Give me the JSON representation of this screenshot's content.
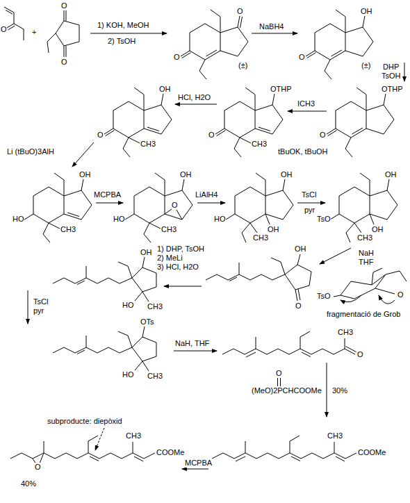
{
  "diagram": {
    "labels": [
      "O",
      "+",
      "O",
      "O",
      "1) KOH, MeOH",
      "2) TsOH",
      "O",
      "O",
      "(±)",
      "NaBH4",
      "OH",
      "O",
      "(±)",
      "DHP",
      "TsOH",
      "OTHP",
      "O",
      "ICH3",
      "tBuOK, tBuOH",
      "OTHP",
      "O",
      "CH3",
      "HCl, H2O",
      "OH",
      "O",
      "CH3",
      "Li (tBuO)3AlH",
      "OH",
      "HO",
      "CH3",
      "MCPBA",
      "OH",
      "HO",
      "O",
      "CH3",
      "LiAlH4",
      "OH",
      "HO",
      "OH",
      "CH3",
      "TsCl",
      "pyr",
      "OH",
      "TsO",
      "OH",
      "CH3",
      "NaH",
      "THF",
      "TsO",
      "O",
      "fragmentació de Grob",
      "OH",
      "O",
      "1) DHP, TsOH",
      "2) MeLi",
      "3) HCl, H2O",
      "OH",
      "HO",
      "CH3",
      "TsCl",
      "pyr",
      "OTs",
      "HO",
      "CH3",
      "NaH, THF",
      "CH3",
      "O",
      "O",
      "(MeO)2PCHCOOMe",
      "30%",
      "CH3",
      "COOMe",
      "MCPBA",
      "subproducte: diepòxid",
      "O",
      "CH3",
      "COOMe",
      "40%"
    ]
  }
}
